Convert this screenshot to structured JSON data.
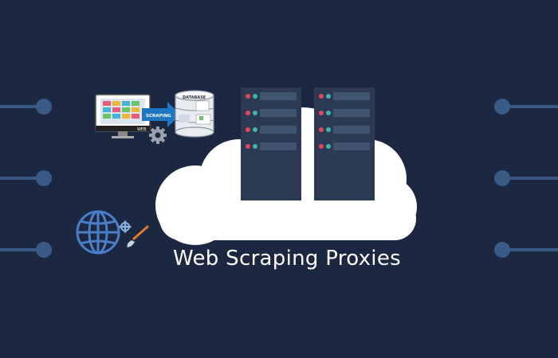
{
  "title": "Web Scraping Proxies",
  "monitor_label": "WEB",
  "arrow_label": "SCRAPING",
  "database_label": "DATABASE",
  "icons": [
    "monitor-icon",
    "gear-icon",
    "database-icon",
    "globe-icon",
    "paintbrush-icon",
    "server-icon",
    "cloud-icon"
  ],
  "colors": {
    "background": "#1c2841",
    "circuit": "#3a5a86",
    "server_body": "#2b3a52",
    "server_slot": "#405470",
    "led_red": "#e0465e",
    "led_teal": "#3fb6a8",
    "arrow": "#1f77c4",
    "globe": "#4a7fc8"
  }
}
